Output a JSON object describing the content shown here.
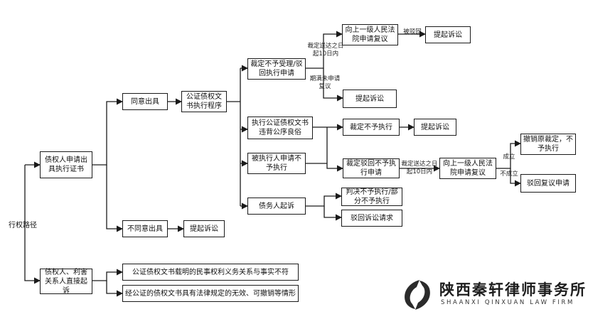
{
  "nodes": {
    "path": "行权路径",
    "apply": "债权人申请出具执行证书",
    "agree": "同意出具",
    "disagree": "不同意出具",
    "sue_disagree": "提起诉讼",
    "procedure": "公证债权文书执行程序",
    "reject": "裁定不予受理/驳回执行申请",
    "higher_review_1": "向上一级人民法院申请复议",
    "sue_after_review": "提起诉讼",
    "sue_expired": "提起诉讼",
    "public_order": "执行公证债权文书违背公序良俗",
    "not_execute_1": "裁定不予执行",
    "sue_not_execute": "提起诉讼",
    "debtor_apply": "被执行人申请不予执行",
    "reject_not_execute": "裁定驳回不予执行申请",
    "higher_review_2": "向上一级人民法院申请复议",
    "revoke": "撤销原裁定，不予执行",
    "reject_review": "驳回复议申请",
    "debtor_sue": "债务人起诉",
    "judgment_not_execute": "判决不予执行/部分不予执行",
    "reject_claim": "驳回诉讼请求",
    "direct_sue": "债权人、利害关系人直接起诉",
    "reason_1": "公证债权文书载明的民事权利义务关系与事实不符",
    "reason_2": "经公证的债权文书具有法律规定的无效、可撤销等情形"
  },
  "edge_labels": {
    "deadline_1": "裁定送达之日\n起10日内",
    "dismissed": "被驳回",
    "expired": "期满未申请\n复议",
    "deadline_2": "裁定送达之日\n起10日内",
    "established": "成立",
    "not_established": "不成立"
  },
  "logo": {
    "title": "陕西秦轩律师事务所",
    "subtitle": "SHAANXI QINXUAN LAW FIRM"
  },
  "colors": {
    "line": "#1a1a1a",
    "box_border": "#1a1a1a",
    "logo_mark": "#2b2b2b"
  }
}
